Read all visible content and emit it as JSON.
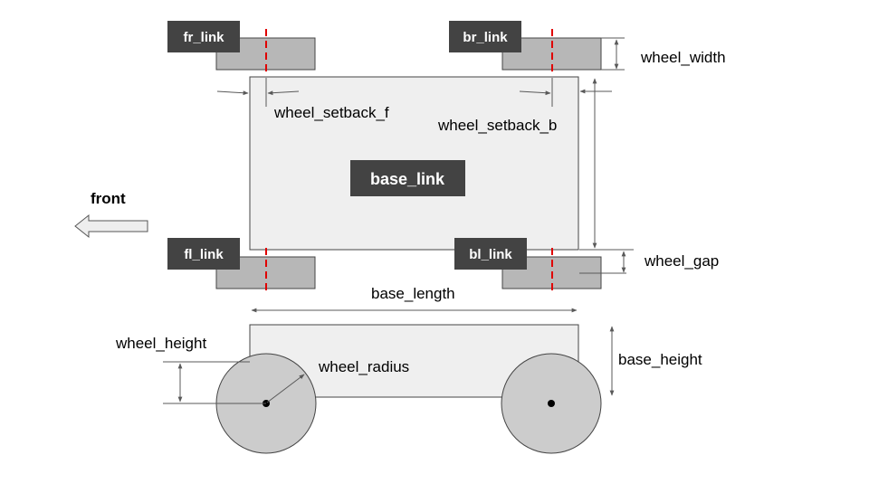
{
  "colors": {
    "base_fill": "#efefef",
    "wheel_fill": "#b7b7b7",
    "wheel_side_fill": "#cccccc",
    "tag_fill": "#434343",
    "axis_line": "#e00000",
    "dimension_line": "#595959",
    "outline": "#444444"
  },
  "top_view": {
    "base_label": "base_link",
    "wheels": {
      "front_right": "fr_link",
      "back_right": "br_link",
      "front_left": "fl_link",
      "back_left": "bl_link"
    }
  },
  "direction": {
    "label": "front",
    "icon": "left-arrow-icon"
  },
  "dimensions": {
    "wheel_width": "wheel_width",
    "wheel_setback_f": "wheel_setback_f",
    "wheel_setback_b": "wheel_setback_b",
    "wheel_gap": "wheel_gap",
    "base_length": "base_length",
    "base_height": "base_height",
    "wheel_height": "wheel_height",
    "wheel_radius": "wheel_radius"
  }
}
